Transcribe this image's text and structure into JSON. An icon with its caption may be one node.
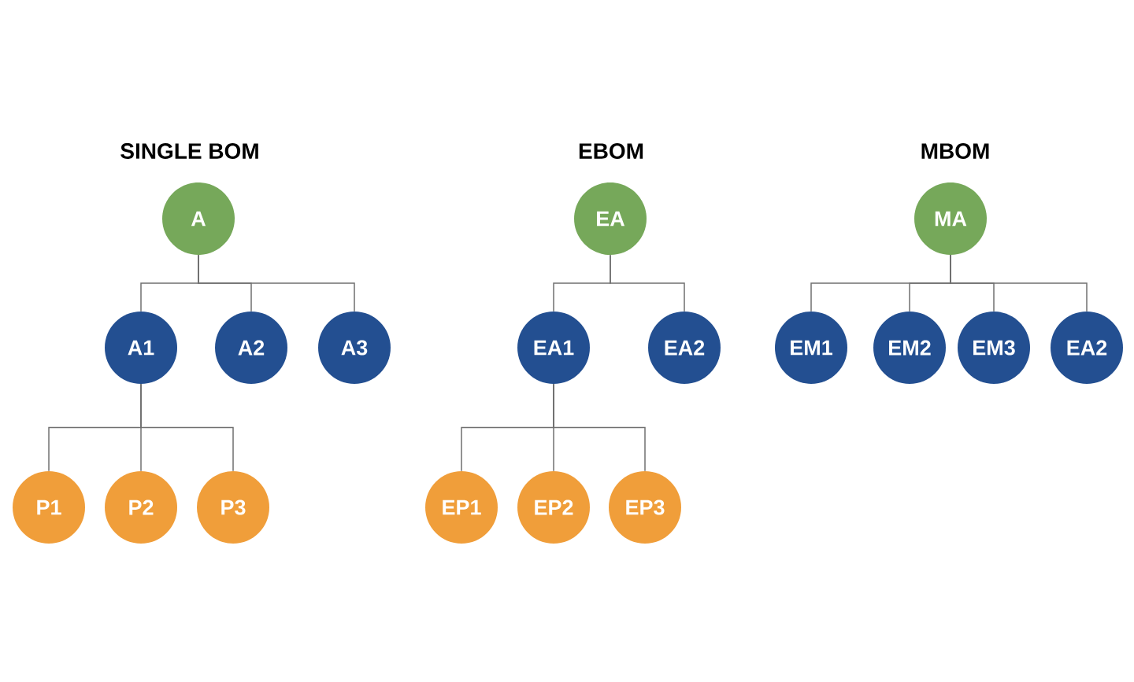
{
  "diagram": {
    "nodes": [
      {
        "text": [
          "A"
        ]
      },
      {
        "text": [
          "A1"
        ]
      },
      {
        "text": [
          "A2"
        ]
      },
      {
        "text": [
          "A3"
        ]
      },
      {
        "text": [
          "P1"
        ]
      },
      {
        "text": [
          "P2"
        ]
      },
      {
        "text": [
          "P3"
        ]
      },
      {
        "text": [
          "EA"
        ]
      },
      {
        "text": [
          "EA1"
        ]
      },
      {
        "text": [
          "EA2"
        ]
      },
      {
        "text": [
          "EP1"
        ]
      },
      {
        "text": [
          "EP2"
        ]
      },
      {
        "text": [
          "EP3"
        ]
      },
      {
        "text": [
          "MA"
        ]
      },
      {
        "text": [
          "EM1"
        ]
      },
      {
        "text": [
          "EM2"
        ]
      },
      {
        "text": [
          "EM3"
        ]
      },
      {
        "text": [
          "EA2"
        ]
      }
    ],
    "edges": [
      {
        "from": 0,
        "to": 1,
        "arrow": "none"
      },
      {
        "from": 0,
        "to": 2,
        "arrow": "none"
      },
      {
        "from": 0,
        "to": 3,
        "arrow": "none"
      },
      {
        "from": 1,
        "to": 4,
        "arrow": "none"
      },
      {
        "from": 1,
        "to": 5,
        "arrow": "none"
      },
      {
        "from": 1,
        "to": 6,
        "arrow": "none"
      },
      {
        "from": 7,
        "to": 8,
        "arrow": "none"
      },
      {
        "from": 7,
        "to": 9,
        "arrow": "none"
      },
      {
        "from": 8,
        "to": 10,
        "arrow": "none"
      },
      {
        "from": 8,
        "to": 11,
        "arrow": "none"
      },
      {
        "from": 8,
        "to": 12,
        "arrow": "none"
      },
      {
        "from": 13,
        "to": 14,
        "arrow": "none"
      },
      {
        "from": 13,
        "to": 15,
        "arrow": "none"
      },
      {
        "from": 13,
        "to": 16,
        "arrow": "none"
      },
      {
        "from": 13,
        "to": 17,
        "arrow": "none"
      }
    ],
    "labels": [
      "SINGLE BOM",
      "EBOM",
      "MBOM"
    ]
  }
}
